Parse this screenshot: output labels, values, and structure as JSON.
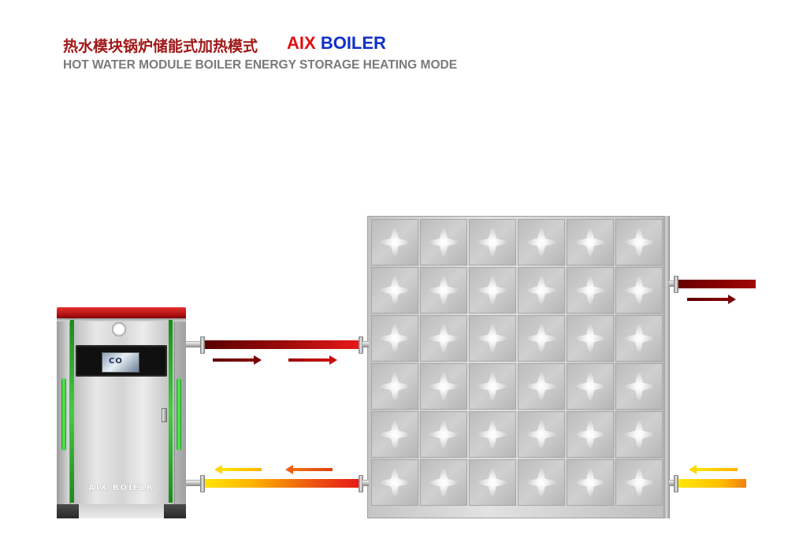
{
  "header": {
    "title_cn": "热水模块锅炉储能式加热模式",
    "brand_part1": "AIX",
    "brand_part2": "BOILER",
    "title_en": "HOT WATER MODULE BOILER ENERGY STORAGE HEATING MODE"
  },
  "boiler": {
    "label": "AIX BOIELR",
    "screen_text": "CO"
  },
  "tank": {
    "rows": 6,
    "cols": 6
  },
  "colors": {
    "hot": "#8b0000",
    "hot_light": "#e01010",
    "cold_yellow": "#ffe000",
    "cold_orange": "#f06010",
    "brand_red": "#e01010",
    "brand_blue": "#1030c8"
  },
  "flows": [
    {
      "id": "boiler-to-tank-hot",
      "direction": "right",
      "temperature": "hot"
    },
    {
      "id": "tank-to-boiler-return",
      "direction": "left",
      "temperature": "warm"
    },
    {
      "id": "tank-hot-outlet",
      "direction": "right",
      "temperature": "hot"
    },
    {
      "id": "tank-cold-inlet",
      "direction": "left",
      "temperature": "cold"
    }
  ]
}
